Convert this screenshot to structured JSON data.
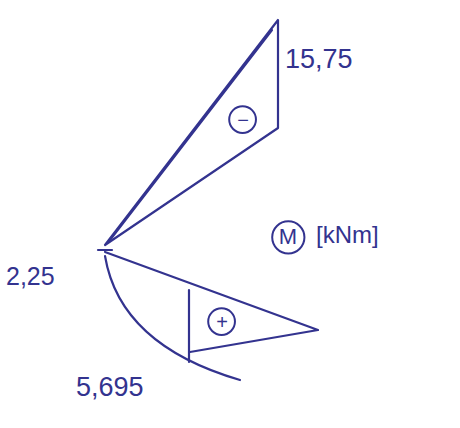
{
  "diagram": {
    "nodes": [
      {
        "text": [
          "−"
        ]
      },
      {
        "text": [
          "M"
        ]
      },
      {
        "text": [
          "+"
        ]
      }
    ],
    "labels": [
      "15,75",
      "[kNm]",
      "2,25",
      "5,695"
    ]
  }
}
